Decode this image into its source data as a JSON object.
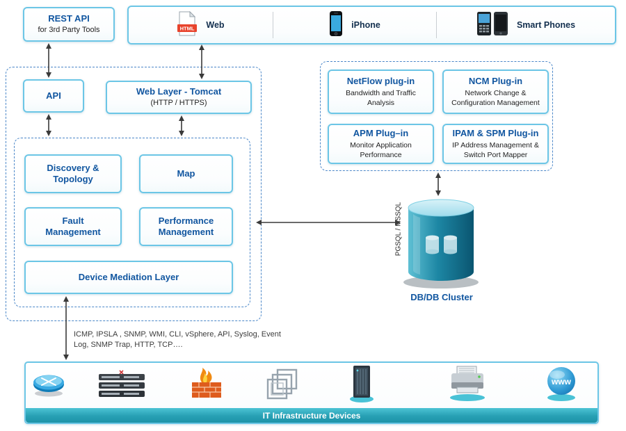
{
  "top": {
    "rest_api": {
      "title": "REST API",
      "subtitle": "for 3rd Party Tools"
    },
    "clients": [
      {
        "icon": "html-file-icon",
        "label": "Web"
      },
      {
        "icon": "iphone-icon",
        "label": "iPhone"
      },
      {
        "icon": "smartphones-icon",
        "label": "Smart Phones"
      }
    ]
  },
  "core": {
    "api": "API",
    "web_layer_title": "Web Layer - Tomcat",
    "web_layer_subtitle": "(HTTP / HTTPS)",
    "modules": [
      {
        "label": "Discovery & Topology"
      },
      {
        "label": "Map"
      },
      {
        "label": "Fault Management"
      },
      {
        "label": "Performance Management"
      }
    ],
    "device_mediation": "Device Mediation Layer"
  },
  "plugins": [
    {
      "title": "NetFlow plug-in",
      "subtitle": "Bandwidth and Traffic Analysis"
    },
    {
      "title": "NCM Plug-in",
      "subtitle": "Network Change & Configuration Management"
    },
    {
      "title": "APM Plug–in",
      "subtitle": "Monitor Application Performance"
    },
    {
      "title": "IPAM & SPM Plug-in",
      "subtitle": "IP Address Management & Switch Port Mapper"
    }
  ],
  "database": {
    "label": "DB/DB Cluster",
    "engines": "PGSQL / MSSQL"
  },
  "protocols_text": "ICMP, IPSLA , SNMP, WMI, CLI, vSphere, API, Syslog, Event Log, SNMP Trap, HTTP, TCP….",
  "infrastructure": {
    "banner": "IT Infrastructure Devices",
    "devices": [
      "router",
      "switch-stack",
      "firewall",
      "server-rack",
      "server",
      "printer",
      "web-globe"
    ]
  },
  "icon_text": {
    "html": "HTML",
    "www": "www"
  },
  "colors": {
    "box_border": "#6cc6e6",
    "title_navy": "#1156a0",
    "dashed_blue": "#4a86c8",
    "banner_teal": "#27a0b4",
    "arrow": "#3a3a3a",
    "db_teal": "#1d7f9e"
  }
}
